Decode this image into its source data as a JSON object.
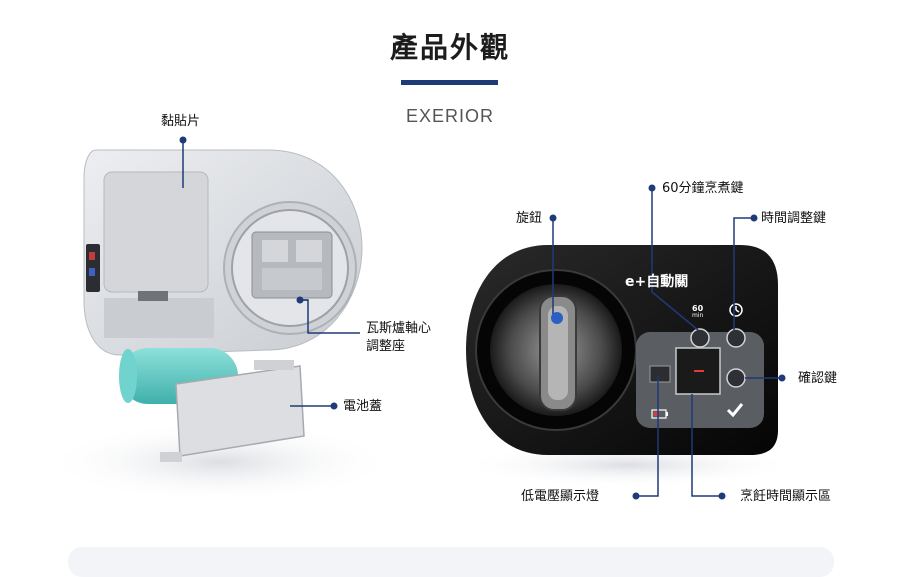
{
  "header": {
    "title": "產品外觀",
    "subtitle": "EXERIOR"
  },
  "left_device": {
    "labels": {
      "sticker": "黏貼片",
      "gas_knob_adjust_line1": "瓦斯爐軸心",
      "gas_knob_adjust_line2": "調整座",
      "battery_cover": "電池蓋"
    }
  },
  "right_device": {
    "brand_text": "e+自動關",
    "button_60_top": "60",
    "button_60_bottom": "min",
    "labels": {
      "knob": "旋鈕",
      "cook_60": "60分鐘烹煮鍵",
      "time_adjust": "時間調整鍵",
      "confirm": "確認鍵",
      "low_battery": "低電壓顯示燈",
      "cook_time_display": "烹飪時間顯示區"
    }
  },
  "colors": {
    "accent": "#1f3a78",
    "callout": "#1f3a78",
    "device_black": "#0d0d0d",
    "device_grey": "#d9dbdf",
    "battery_teal": "#5cc7c1"
  }
}
